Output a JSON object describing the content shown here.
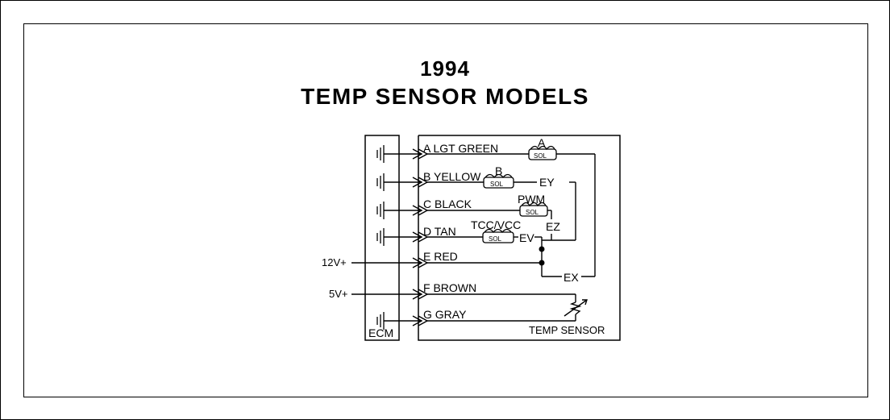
{
  "title": {
    "year": "1994",
    "main": "TEMP SENSOR MODELS"
  },
  "blocks": {
    "ecm": "ECM",
    "sensor": "TEMP SENSOR"
  },
  "supplies": {
    "v12": "12V+",
    "v5": "5V+"
  },
  "wires": {
    "a": "A LGT GREEN",
    "b": "B YELLOW",
    "c": "C BLACK",
    "d": "D TAN",
    "e": "E  RED",
    "f": "F BROWN",
    "g": "G GRAY"
  },
  "solenoids": {
    "a": {
      "name": "A",
      "tag": "SOL"
    },
    "b": {
      "name": "B",
      "tag": "SOL"
    },
    "pwm": {
      "name": "PWM",
      "tag": "SOL"
    },
    "tcc": {
      "name": "TCC/VCC",
      "tag": "SOL"
    }
  },
  "nodes": {
    "ey": "EY",
    "ev": "EV",
    "ez": "EZ",
    "ex": "EX"
  }
}
